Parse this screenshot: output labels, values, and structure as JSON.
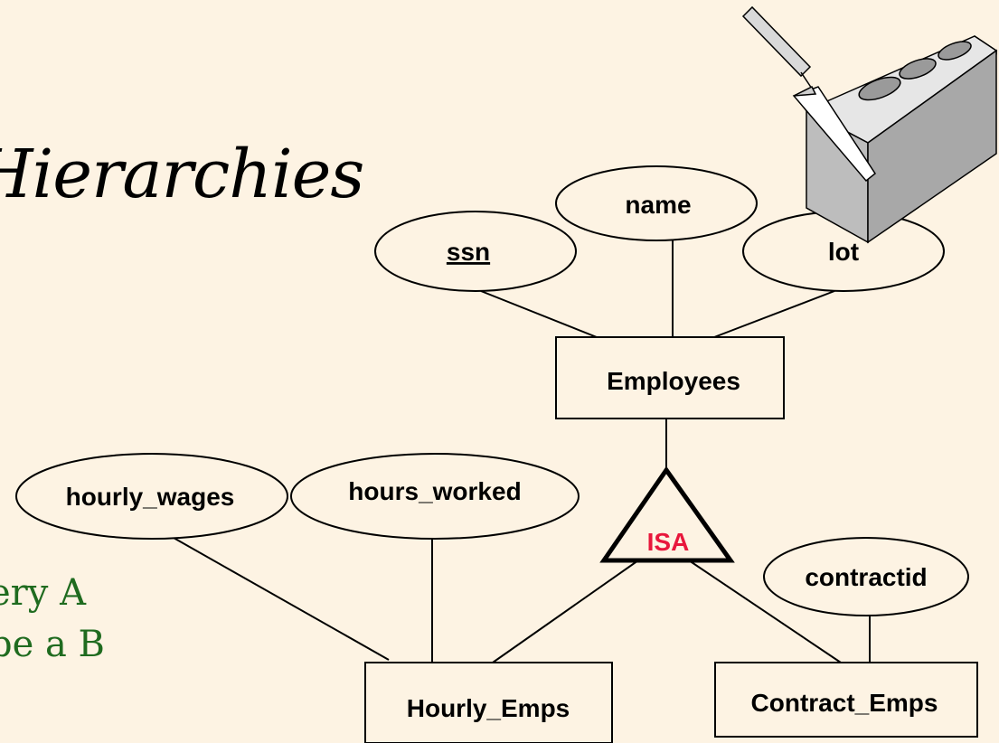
{
  "slide": {
    "title": "Hierarchies",
    "note_line1": "ery A",
    "note_line2": "be a B"
  },
  "diagram": {
    "attributes": {
      "ssn": "ssn",
      "name": "name",
      "lot": "lot",
      "hourly_wages": "hourly_wages",
      "hours_worked": "hours_worked",
      "contractid": "contractid"
    },
    "entities": {
      "employees": "Employees",
      "hourly_emps": "Hourly_Emps",
      "contract_emps": "Contract_Emps"
    },
    "isa": {
      "label": "ISA",
      "color": "#e8173c"
    }
  },
  "clipart": {
    "icon": "brick-and-trowel-icon"
  }
}
